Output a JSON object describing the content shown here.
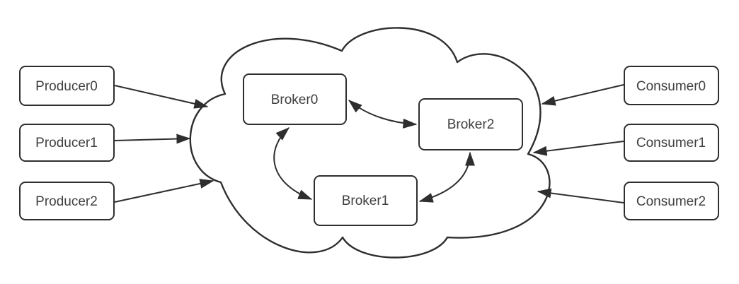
{
  "diagram": {
    "producers": [
      {
        "label": "Producer0"
      },
      {
        "label": "Producer1"
      },
      {
        "label": "Producer2"
      }
    ],
    "brokers": [
      {
        "label": "Broker0"
      },
      {
        "label": "Broker1"
      },
      {
        "label": "Broker2"
      }
    ],
    "consumers": [
      {
        "label": "Consumer0"
      },
      {
        "label": "Consumer1"
      },
      {
        "label": "Consumer2"
      }
    ],
    "edges": [
      {
        "from": "Producer0",
        "to": "cluster-cloud",
        "direction": "one-way"
      },
      {
        "from": "Producer1",
        "to": "cluster-cloud",
        "direction": "one-way"
      },
      {
        "from": "Producer2",
        "to": "cluster-cloud",
        "direction": "one-way"
      },
      {
        "from": "Consumer0",
        "to": "cluster-cloud",
        "direction": "one-way"
      },
      {
        "from": "Consumer1",
        "to": "cluster-cloud",
        "direction": "one-way"
      },
      {
        "from": "Consumer2",
        "to": "cluster-cloud",
        "direction": "one-way"
      },
      {
        "from": "Broker0",
        "to": "Broker2",
        "direction": "two-way"
      },
      {
        "from": "Broker0",
        "to": "Broker1",
        "direction": "two-way"
      },
      {
        "from": "Broker1",
        "to": "Broker2",
        "direction": "two-way"
      }
    ],
    "colors": {
      "line": "#2e2e2e",
      "box_fill": "#ffffff",
      "text": "#3f3f3f",
      "background": "#ffffff"
    }
  }
}
